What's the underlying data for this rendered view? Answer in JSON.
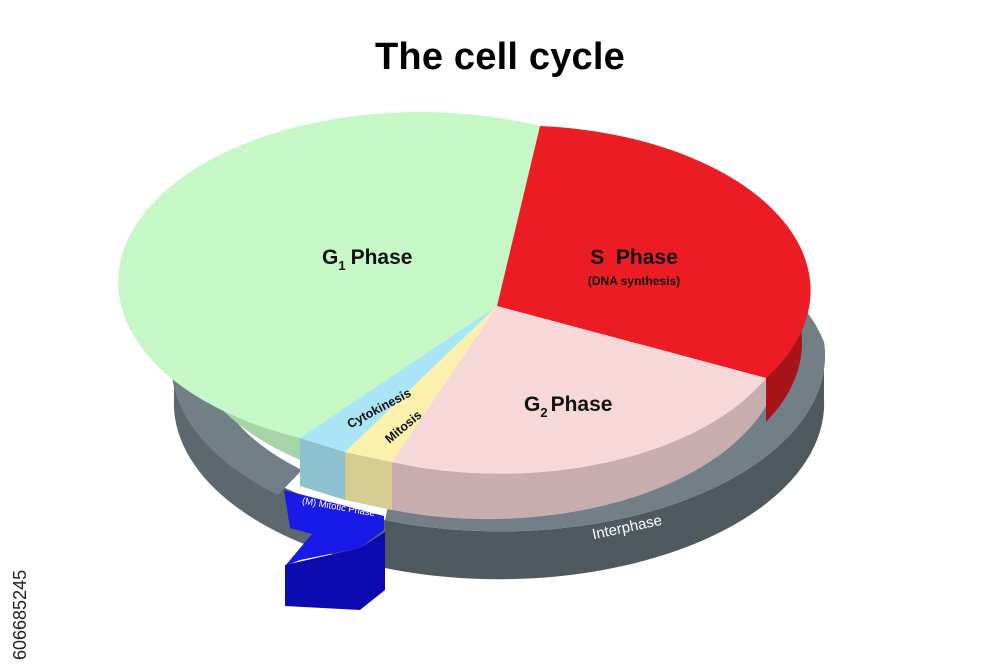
{
  "title": "The cell cycle",
  "stock_id": "606685245",
  "phases": {
    "g1": {
      "letter": "G",
      "sub": "1",
      "word": "Phase",
      "color": "#c6f7c6"
    },
    "s": {
      "label": "S  Phase",
      "note": "(DNA synthesis)",
      "color": "#ec1c24"
    },
    "g2": {
      "letter": "G",
      "sub": "2",
      "word": "Phase",
      "color": "#f6d8d8"
    },
    "mitosis": {
      "label": "Mitosis",
      "color": "#fbf1ad"
    },
    "cytokinesis": {
      "label": "Cytokinesis",
      "color": "#a9e5f4"
    }
  },
  "rings": {
    "interphase": {
      "label": "Interphase",
      "color": "#6b7981"
    },
    "mitotic": {
      "label": "(M) Mitotic Phase",
      "color": "#1515e6"
    }
  }
}
